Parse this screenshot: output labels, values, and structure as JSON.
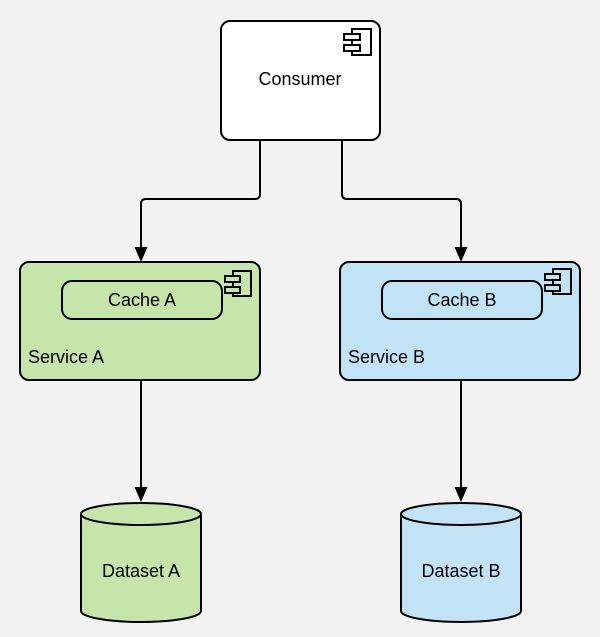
{
  "app": {
    "background": "#f2f2f2"
  },
  "diagram": {
    "type": "uml-component-diagram",
    "colors": {
      "stroke": "#000000",
      "line": "#000000",
      "label_text": "#000000",
      "consumer_fill": "#ffffff",
      "service_a_fill": "#c6e5ab",
      "service_b_fill": "#c2e3f5",
      "cache_a_fill": "#c6e5ab",
      "cache_b_fill": "#c2e3f5",
      "dataset_a_fill": "#c6e5ab",
      "dataset_b_fill": "#c2e3f5"
    },
    "icons": {
      "component_badge": "uml-component-icon"
    },
    "nodes": {
      "consumer": {
        "label": "Consumer",
        "shape": "uml-component"
      },
      "service_a": {
        "label": "Service A",
        "shape": "uml-component"
      },
      "cache_a": {
        "label": "Cache A",
        "shape": "rounded-rectangle"
      },
      "service_b": {
        "label": "Service B",
        "shape": "uml-component"
      },
      "cache_b": {
        "label": "Cache B",
        "shape": "rounded-rectangle"
      },
      "dataset_a": {
        "label": "Dataset A",
        "shape": "database-cylinder"
      },
      "dataset_b": {
        "label": "Dataset B",
        "shape": "database-cylinder"
      }
    },
    "edges": [
      {
        "from": "Consumer",
        "to": "Service A",
        "style": "orthogonal-arrow"
      },
      {
        "from": "Consumer",
        "to": "Service B",
        "style": "orthogonal-arrow"
      },
      {
        "from": "Service A",
        "to": "Dataset A",
        "style": "straight-arrow"
      },
      {
        "from": "Service B",
        "to": "Dataset B",
        "style": "straight-arrow"
      }
    ]
  }
}
